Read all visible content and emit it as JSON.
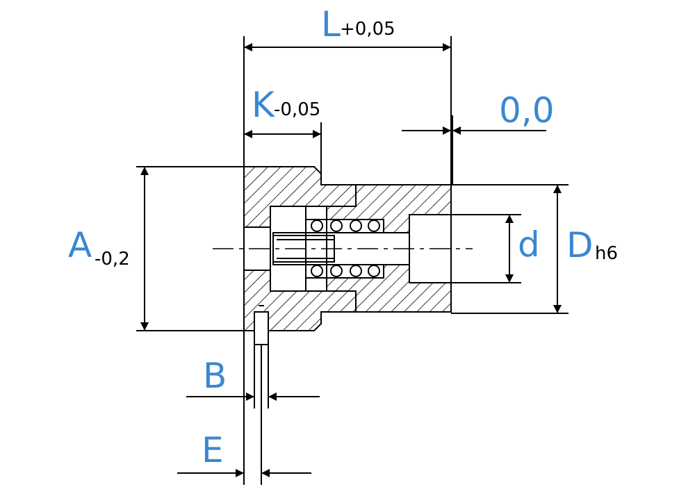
{
  "colors": {
    "label": "#3a87d0",
    "line": "#000000",
    "background": "#ffffff"
  },
  "dimensions": {
    "L": {
      "letter": "L",
      "tolerance": "+0,05"
    },
    "K": {
      "letter": "K",
      "tolerance": "-0,05"
    },
    "zero": {
      "letter": "0,0"
    },
    "A": {
      "letter": "A",
      "tolerance": "-0,2"
    },
    "d": {
      "letter": "d"
    },
    "D": {
      "letter": "D",
      "tolerance": "h6"
    },
    "B": {
      "letter": "B"
    },
    "E": {
      "letter": "E"
    }
  }
}
